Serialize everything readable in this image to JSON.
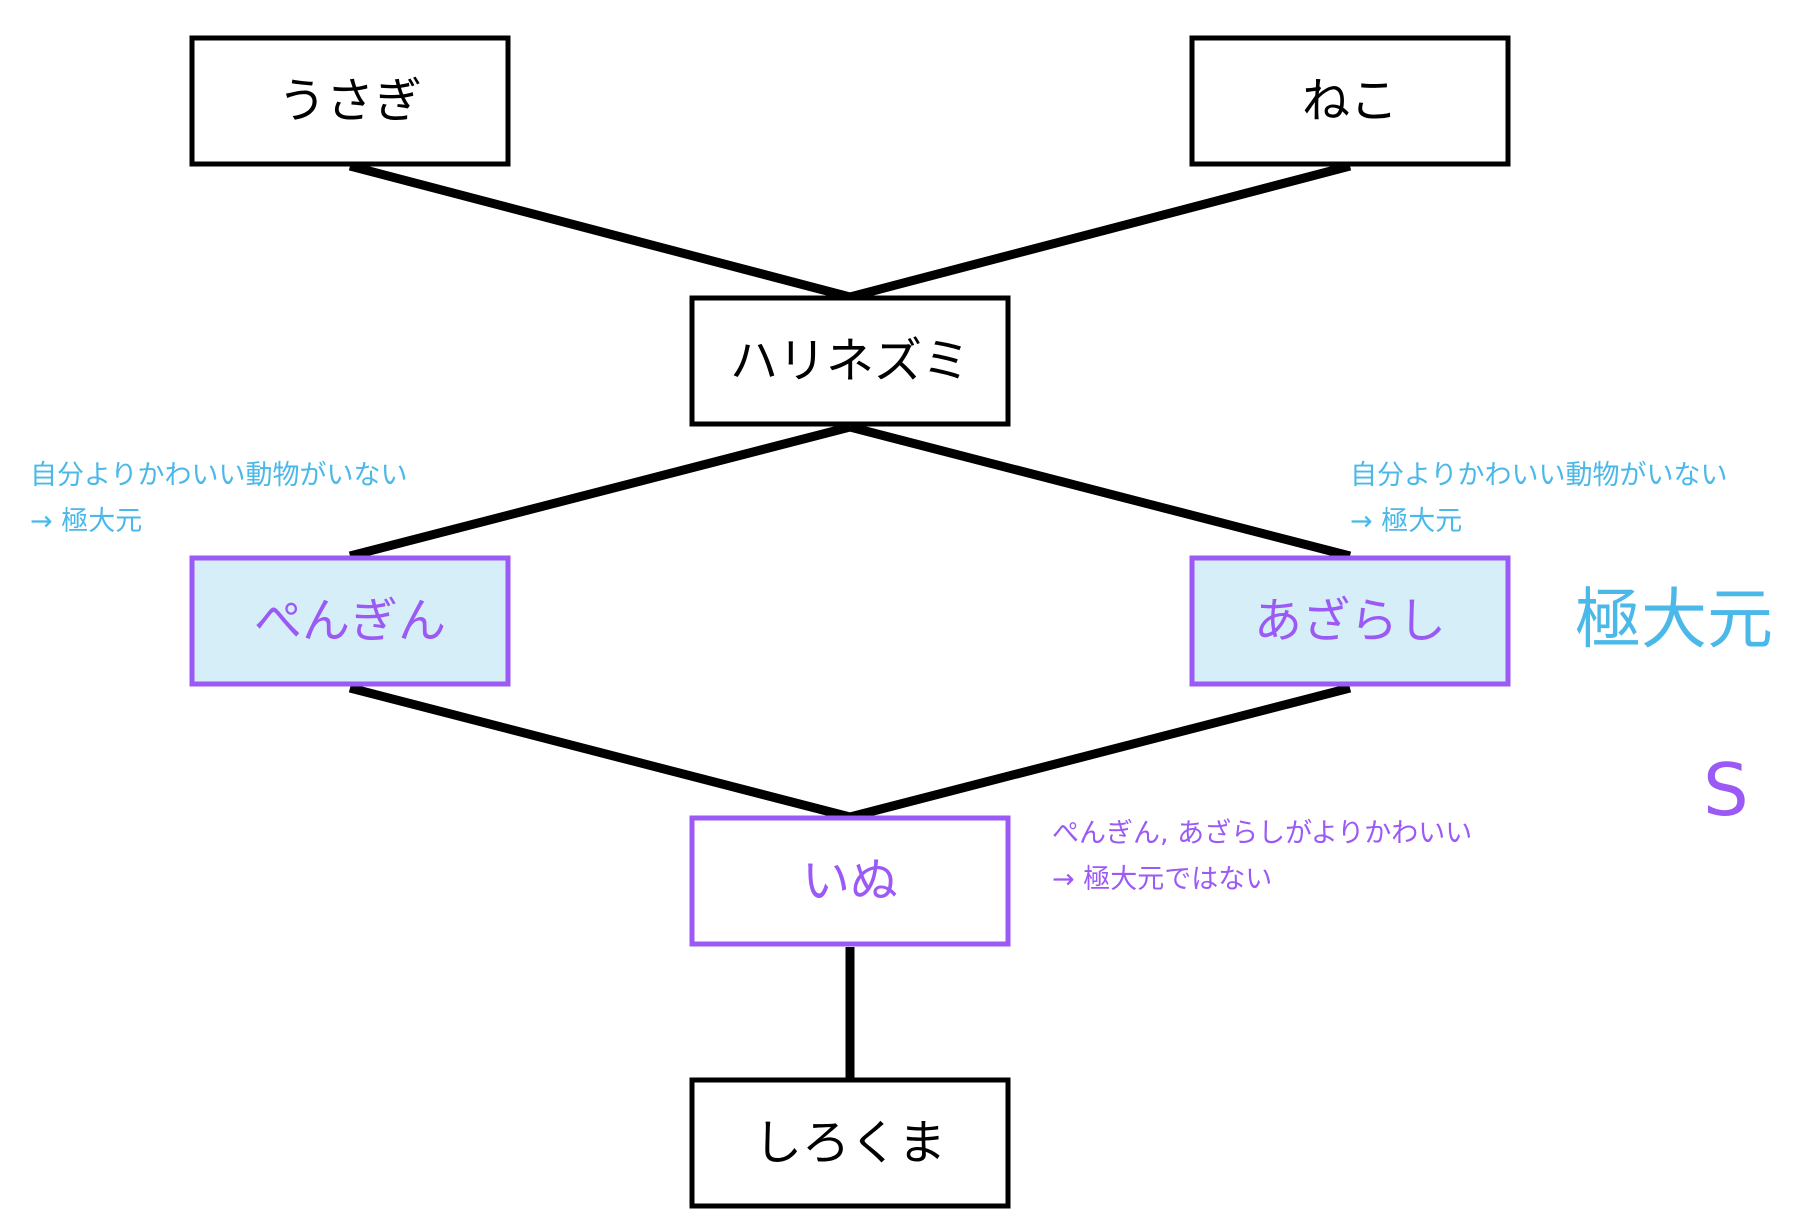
{
  "nodes": {
    "usagi": "うさぎ",
    "neko": "ねこ",
    "harinezumi": "ハリネズミ",
    "pengin": "ぺんぎん",
    "azarashi": "あざらし",
    "inu": "いぬ",
    "shirokuma": "しろくま"
  },
  "notes": {
    "left_line1": "自分よりかわいい動物がいない",
    "left_line2": "→ 極大元",
    "right_line1": "自分よりかわいい動物がいない",
    "right_line2": "→ 極大元",
    "inu_line1": "ぺんぎん, あざらしがよりかわいい",
    "inu_line2": "→ 極大元ではない"
  },
  "labels": {
    "maximal": "極大元",
    "set": "S"
  },
  "colors": {
    "maximal_fill": "#d6eef8",
    "accent_purple": "#9b59f5",
    "note_blue": "#4ab8e8",
    "line": "#000000"
  }
}
